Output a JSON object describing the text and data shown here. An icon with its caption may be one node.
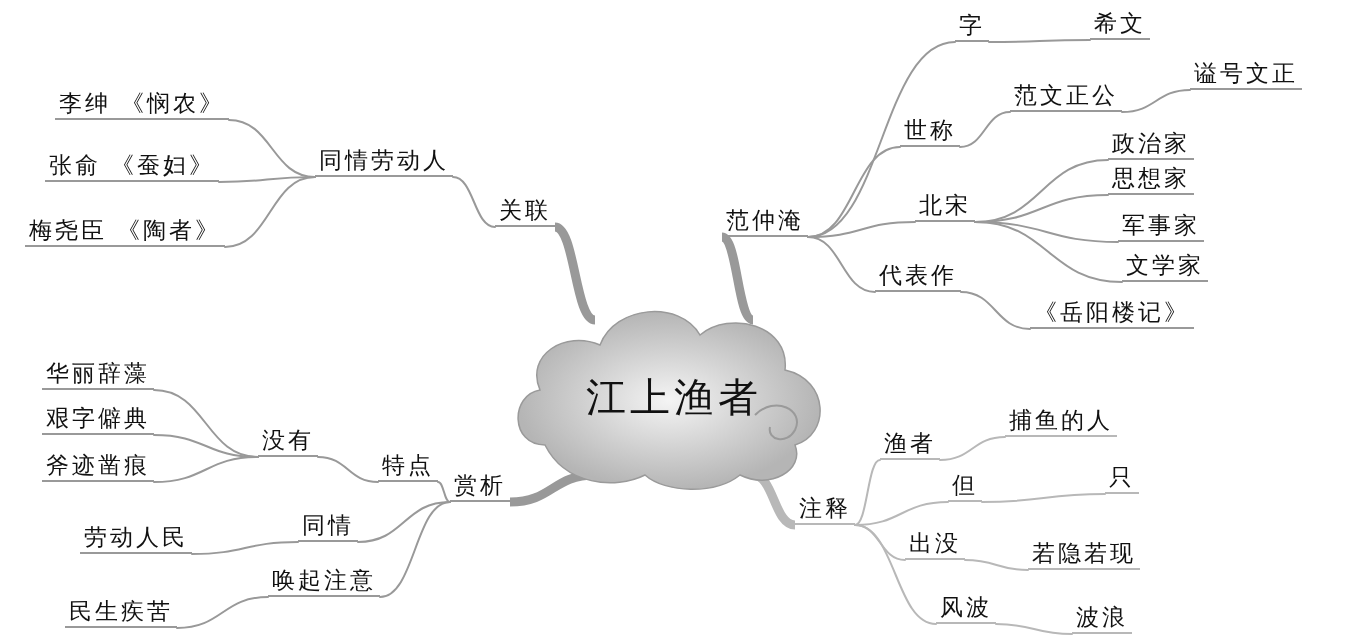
{
  "diagram": {
    "nodes": [
      {
        "text": [
          "江上渔者"
        ]
      },
      {
        "text": [
          "关联"
        ]
      },
      {
        "text": [
          "同情劳动人"
        ]
      },
      {
        "text": [
          "李绅 《悯农》"
        ]
      },
      {
        "text": [
          "张俞 《蚕妇》"
        ]
      },
      {
        "text": [
          "梅尧臣 《陶者》"
        ]
      },
      {
        "text": [
          "范仲淹"
        ]
      },
      {
        "text": [
          "字"
        ]
      },
      {
        "text": [
          "希文"
        ]
      },
      {
        "text": [
          "世称"
        ]
      },
      {
        "text": [
          "范文正公"
        ]
      },
      {
        "text": [
          "谥号文正"
        ]
      },
      {
        "text": [
          "北宋"
        ]
      },
      {
        "text": [
          "政治家"
        ]
      },
      {
        "text": [
          "思想家"
        ]
      },
      {
        "text": [
          "军事家"
        ]
      },
      {
        "text": [
          "文学家"
        ]
      },
      {
        "text": [
          "代表作"
        ]
      },
      {
        "text": [
          "《岳阳楼记》"
        ]
      },
      {
        "text": [
          "赏析"
        ]
      },
      {
        "text": [
          "特点"
        ]
      },
      {
        "text": [
          "没有"
        ]
      },
      {
        "text": [
          "华丽辞藻"
        ]
      },
      {
        "text": [
          "艰字僻典"
        ]
      },
      {
        "text": [
          "斧迹凿痕"
        ]
      },
      {
        "text": [
          "同情"
        ]
      },
      {
        "text": [
          "劳动人民"
        ]
      },
      {
        "text": [
          "唤起注意"
        ]
      },
      {
        "text": [
          "民生疾苦"
        ]
      },
      {
        "text": [
          "注释"
        ]
      },
      {
        "text": [
          "渔者"
        ]
      },
      {
        "text": [
          "捕鱼的人"
        ]
      },
      {
        "text": [
          "但"
        ]
      },
      {
        "text": [
          "只"
        ]
      },
      {
        "text": [
          "出没"
        ]
      },
      {
        "text": [
          "若隐若现"
        ]
      },
      {
        "text": [
          "风波"
        ]
      },
      {
        "text": [
          "波浪"
        ]
      }
    ],
    "edges": [
      {
        "from": 0,
        "to": 1,
        "arrow": "none",
        "style": "thick"
      },
      {
        "from": 1,
        "to": 2,
        "arrow": "none"
      },
      {
        "from": 2,
        "to": 3,
        "arrow": "none"
      },
      {
        "from": 2,
        "to": 4,
        "arrow": "none"
      },
      {
        "from": 2,
        "to": 5,
        "arrow": "none"
      },
      {
        "from": 0,
        "to": 6,
        "arrow": "none",
        "style": "thick"
      },
      {
        "from": 6,
        "to": 7,
        "arrow": "none"
      },
      {
        "from": 7,
        "to": 8,
        "arrow": "none"
      },
      {
        "from": 6,
        "to": 9,
        "arrow": "none"
      },
      {
        "from": 9,
        "to": 10,
        "arrow": "none"
      },
      {
        "from": 10,
        "to": 11,
        "arrow": "none"
      },
      {
        "from": 6,
        "to": 12,
        "arrow": "none"
      },
      {
        "from": 12,
        "to": 13,
        "arrow": "none"
      },
      {
        "from": 12,
        "to": 14,
        "arrow": "none"
      },
      {
        "from": 12,
        "to": 15,
        "arrow": "none"
      },
      {
        "from": 12,
        "to": 16,
        "arrow": "none"
      },
      {
        "from": 6,
        "to": 17,
        "arrow": "none"
      },
      {
        "from": 17,
        "to": 18,
        "arrow": "none"
      },
      {
        "from": 0,
        "to": 19,
        "arrow": "none",
        "style": "thick"
      },
      {
        "from": 19,
        "to": 20,
        "arrow": "none"
      },
      {
        "from": 20,
        "to": 21,
        "arrow": "none"
      },
      {
        "from": 21,
        "to": 22,
        "arrow": "none"
      },
      {
        "from": 21,
        "to": 23,
        "arrow": "none"
      },
      {
        "from": 21,
        "to": 24,
        "arrow": "none"
      },
      {
        "from": 19,
        "to": 25,
        "arrow": "none"
      },
      {
        "from": 25,
        "to": 26,
        "arrow": "none"
      },
      {
        "from": 19,
        "to": 27,
        "arrow": "none"
      },
      {
        "from": 27,
        "to": 28,
        "arrow": "none"
      },
      {
        "from": 0,
        "to": 29,
        "arrow": "none",
        "style": "thick",
        "color": "#b8b8b8"
      },
      {
        "from": 29,
        "to": 30,
        "arrow": "none",
        "color": "#b8b8b8"
      },
      {
        "from": 30,
        "to": 31,
        "arrow": "none",
        "color": "#b8b8b8"
      },
      {
        "from": 29,
        "to": 32,
        "arrow": "none",
        "color": "#b8b8b8"
      },
      {
        "from": 32,
        "to": 33,
        "arrow": "none",
        "color": "#b8b8b8"
      },
      {
        "from": 29,
        "to": 34,
        "arrow": "none",
        "color": "#b8b8b8"
      },
      {
        "from": 34,
        "to": 35,
        "arrow": "none",
        "color": "#b8b8b8"
      },
      {
        "from": 29,
        "to": 36,
        "arrow": "none",
        "color": "#b8b8b8"
      },
      {
        "from": 36,
        "to": 37,
        "arrow": "none",
        "color": "#b8b8b8"
      }
    ]
  }
}
